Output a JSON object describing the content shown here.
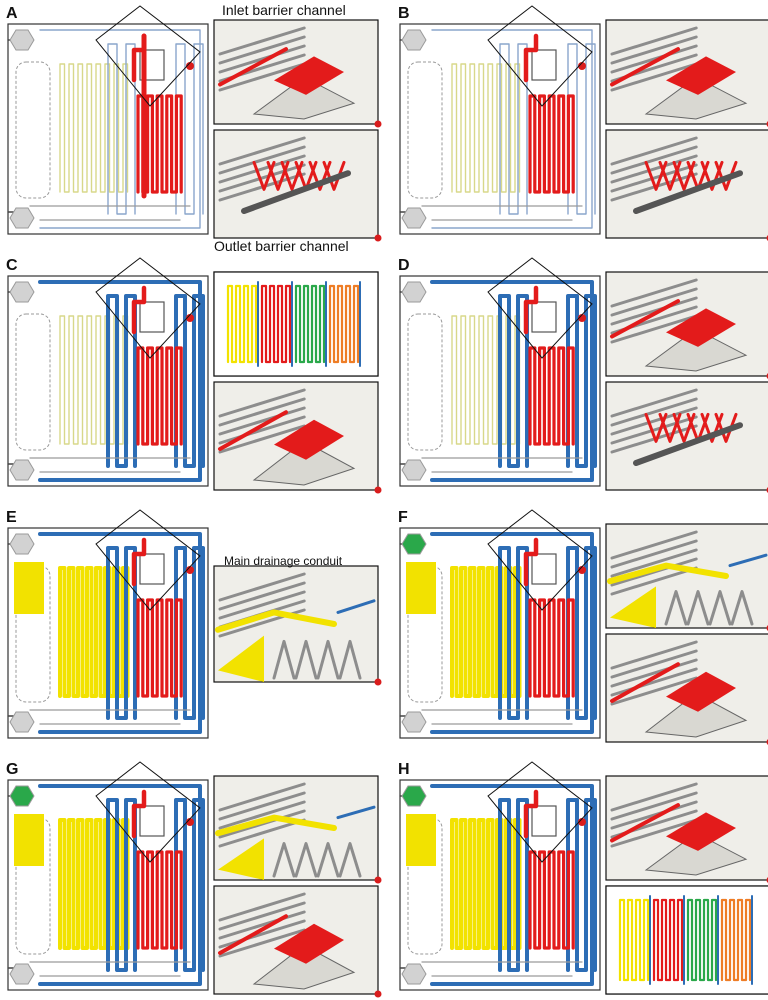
{
  "panels": [
    {
      "label": "A",
      "fill": {
        "red": true,
        "blue": false,
        "yellow": false,
        "green": false
      },
      "insets": [
        "zoom-inlet",
        "zoom-outlet"
      ],
      "annotations": {
        "top": "Inlet barrier channel",
        "bottom": "Outlet barrier channel"
      }
    },
    {
      "label": "B",
      "fill": {
        "red": true,
        "blue": false,
        "yellow": false,
        "green": false
      },
      "insets": [
        "zoom-inlet",
        "zoom-outlet"
      ]
    },
    {
      "label": "C",
      "fill": {
        "red": true,
        "blue": true,
        "yellow": false,
        "green": false
      },
      "insets": [
        "chip-overview",
        "zoom-inlet"
      ]
    },
    {
      "label": "D",
      "fill": {
        "red": true,
        "blue": true,
        "yellow": false,
        "green": false
      },
      "insets": [
        "zoom-inlet",
        "zoom-outlet"
      ]
    },
    {
      "label": "E",
      "fill": {
        "red": true,
        "blue": true,
        "yellow": true,
        "green": false
      },
      "insets": [
        "zoom-drain"
      ],
      "annotations": {
        "top": "Main drainage conduit"
      }
    },
    {
      "label": "F",
      "fill": {
        "red": true,
        "blue": true,
        "yellow": true,
        "green": true
      },
      "insets": [
        "zoom-drain",
        "zoom-inlet"
      ]
    },
    {
      "label": "G",
      "fill": {
        "red": true,
        "blue": true,
        "yellow": true,
        "green": true
      },
      "insets": [
        "zoom-drain",
        "zoom-inlet"
      ]
    },
    {
      "label": "H",
      "fill": {
        "red": true,
        "blue": true,
        "yellow": true,
        "green": true
      },
      "insets": [
        "zoom-inlet",
        "chip-overview"
      ]
    }
  ],
  "colors": {
    "red": "#e31b1b",
    "blue": "#2d6db5",
    "yellow": "#f2e200",
    "yellow_outline": "#d8d88a",
    "blue_outline": "#8aa6cc",
    "green": "#2aa84a",
    "orange": "#ee7d26",
    "channel_gray": "#9a9a9a",
    "inset_bg": "#efeee9",
    "marker": "#d91c1c"
  }
}
